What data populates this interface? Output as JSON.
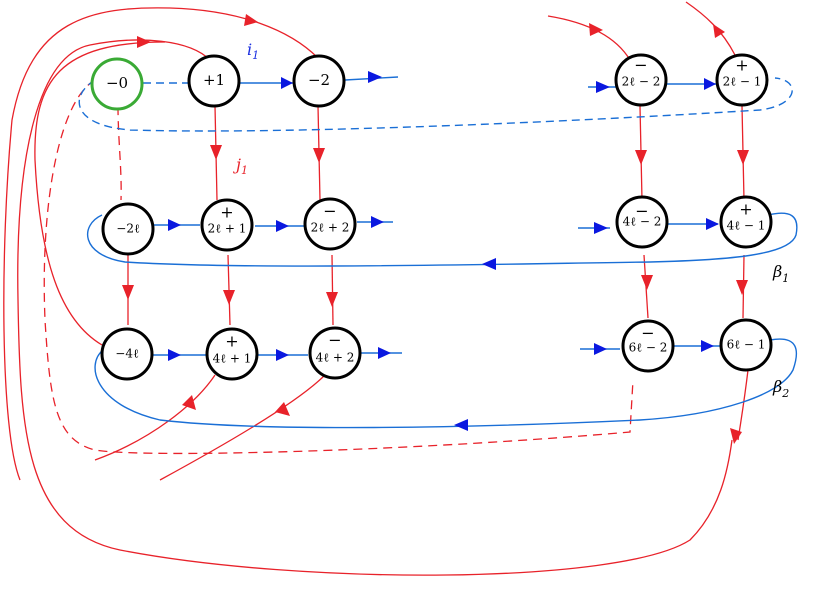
{
  "nodes": {
    "n0": {
      "label": "−0",
      "sign": ""
    },
    "n1": {
      "label": "+1",
      "sign": ""
    },
    "n2": {
      "label": "−2",
      "sign": ""
    },
    "n2l2": {
      "label": "2ℓ − 2",
      "sign": "−"
    },
    "n2l1": {
      "label": "2ℓ − 1",
      "sign": "+"
    },
    "nm2l": {
      "label": "−2ℓ",
      "sign": ""
    },
    "n2lp1": {
      "label": "2ℓ + 1",
      "sign": "+"
    },
    "n2lp2": {
      "label": "2ℓ + 2",
      "sign": "−"
    },
    "n4l2": {
      "label": "4ℓ − 2",
      "sign": "−"
    },
    "n4l1": {
      "label": "4ℓ − 1",
      "sign": "+"
    },
    "nm4l": {
      "label": "−4ℓ",
      "sign": ""
    },
    "n4lp1": {
      "label": "4ℓ + 1",
      "sign": "+"
    },
    "n4lp2": {
      "label": "4ℓ + 2",
      "sign": "−"
    },
    "n6l2": {
      "label": "6ℓ − 2",
      "sign": "−"
    },
    "n6l1": {
      "label": "6ℓ − 1",
      "sign": ""
    }
  },
  "annotations": {
    "i1": {
      "base": "i",
      "sub": "1"
    },
    "j1": {
      "base": "j",
      "sub": "1"
    },
    "beta1": {
      "base": "β",
      "sub": "1"
    },
    "beta2": {
      "base": "β",
      "sub": "2"
    }
  },
  "colors": {
    "red": "#e8222a",
    "blue_arrow": "#0a18e0",
    "blue_line": "#1a6fd6",
    "green": "#3aaa35"
  }
}
